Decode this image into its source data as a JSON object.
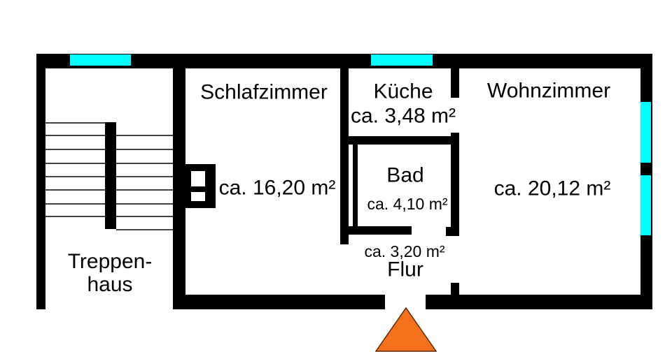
{
  "colors": {
    "background": "#ffffff",
    "wall": "#000000",
    "window": "#00ffff",
    "entrance_marker": "#f4701d",
    "stair_line": "#444444"
  },
  "rooms": {
    "schlafzimmer": {
      "label": "Schlafzimmer",
      "area": "ca. 16,20 m²"
    },
    "kueche": {
      "label": "Küche",
      "area": "ca. 3,48 m²"
    },
    "wohnzimmer": {
      "label": "Wohnzimmer",
      "area": "ca. 20,12 m²"
    },
    "bad": {
      "label": "Bad",
      "area": "ca. 4,10 m²"
    },
    "flur": {
      "label": "Flur",
      "area": "ca. 3,20 m²"
    },
    "treppenhaus": {
      "label_line1": "Treppen-",
      "label_line2": "haus"
    }
  }
}
